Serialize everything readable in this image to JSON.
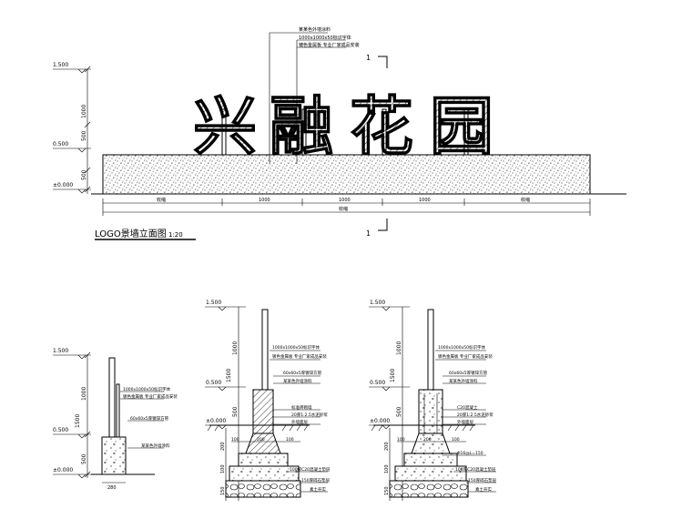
{
  "logo_wall": {
    "characters": [
      "兴",
      "融",
      "花",
      "园"
    ],
    "title": "LOGO景墙立面图",
    "scale": "1:20",
    "section_mark": "1",
    "levels": [
      "1.500",
      "0.500",
      "±0.000"
    ],
    "vertical_dims": [
      "1000",
      "500",
      "500"
    ],
    "horizontal_dims": [
      "1000",
      "1000",
      "1000"
    ],
    "side_dim_label": "收缩",
    "overall_dim_label": "收缩",
    "callouts": [
      "某某色外墙涂料",
      "1000x1000x50标识字体",
      "镀色金属板 专业厂家成品安装"
    ]
  },
  "section_a": {
    "levels": [
      "1.500",
      "0.500",
      "±0.000"
    ],
    "vertical_dims": [
      "1000",
      "1500",
      "500"
    ],
    "callouts": [
      "1000x1000x50标识字体",
      "镀色金属板 专业厂家成品安装",
      "60x60x5厚镀锌方管",
      "某某色外墙涂料"
    ],
    "width_dim": "280"
  },
  "section_b": {
    "levels": [
      "1.500",
      "0.500",
      "±0.000"
    ],
    "vertical_dims": [
      "1000",
      "1500",
      "500",
      "200",
      "100",
      "150"
    ],
    "callouts": [
      "1000x1000x50标识字体",
      "镀色金属板 专业厂家成品安装",
      "60x60x5厚镀锌方管",
      "某某色外墙涂料",
      "标准砖砌墙",
      "20厚1:2.5水泥砂浆",
      "外墙面层",
      "100厚C20混凝土垫层",
      "150厚碎石垫层",
      "素土夯实"
    ],
    "bottom_dims": [
      "100",
      "200",
      "100"
    ]
  },
  "section_c": {
    "levels": [
      "1.500",
      "0.500",
      "±0.000"
    ],
    "vertical_dims": [
      "1000",
      "1500",
      "500",
      "200",
      "100",
      "150"
    ],
    "callouts": [
      "1000x1000x50标识字体",
      "镀色金属板 专业厂家成品安装",
      "60x60x5厚镀锌方管",
      "某某色外墙涂料",
      "C20混凝土",
      "20厚1:2.5水泥砂浆",
      "外墙面层",
      "Φ16@L=150",
      "100厚C20混凝土垫层",
      "150厚碎石垫层",
      "素土夯实"
    ],
    "bottom_dims": [
      "100",
      "200",
      "100"
    ]
  }
}
